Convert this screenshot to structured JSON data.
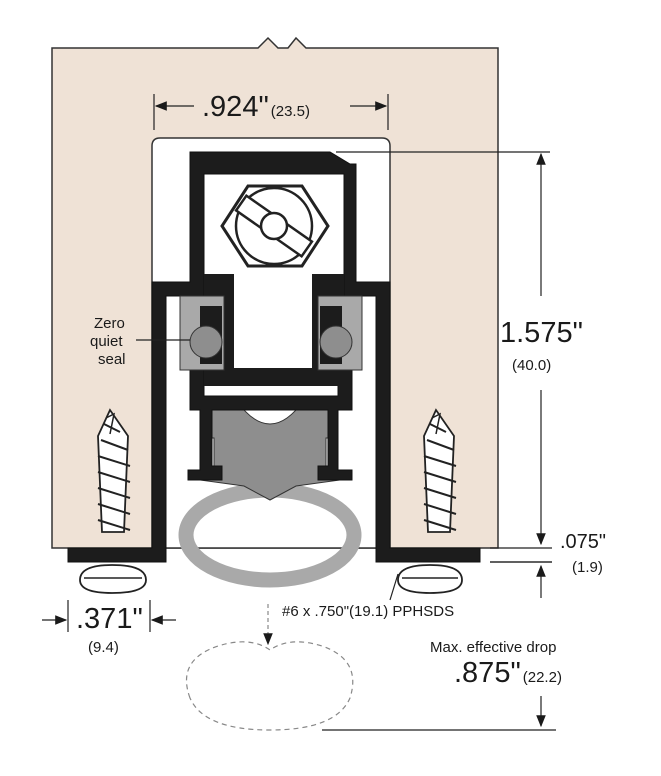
{
  "dimensions": {
    "width_in": ".924\"",
    "width_mm": "(23.5)",
    "height_in": "1.575\"",
    "height_mm": "(40.0)",
    "offset_in": ".075\"",
    "offset_mm": "(1.9)",
    "screw_edge_in": ".371\"",
    "screw_edge_mm": "(9.4)",
    "drop_in": ".875\"",
    "drop_mm": "(22.2)"
  },
  "labels": {
    "seal_line1": "Zero",
    "seal_line2": "quiet",
    "seal_line3": "seal",
    "screw_spec": "#6 x .750\"(19.1) PPHSDS",
    "drop_caption": "Max. effective drop"
  },
  "colors": {
    "door": "#efe2d6",
    "extrusion": "#1c1c1c",
    "seal_gray": "#8e8e8e",
    "gasket_gray": "#a9a9a9"
  }
}
